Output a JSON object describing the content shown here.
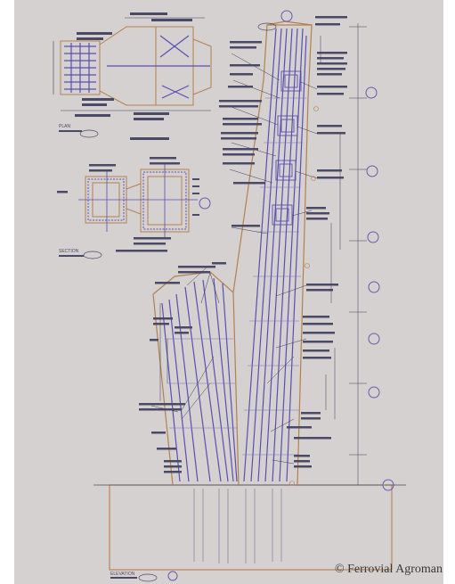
{
  "figure": {
    "credit": "© Ferrovial Agroman"
  },
  "views": {
    "plan_title": "PLAN",
    "section_title": "SECTION",
    "elevation_title": "ELEVATION"
  },
  "colors": {
    "sheet": "#d4d1d0",
    "concrete_outline": "#b5804f",
    "rebar": "#5a4fb0",
    "leader": "#4b4a66",
    "callout": "#6a5aa8"
  }
}
